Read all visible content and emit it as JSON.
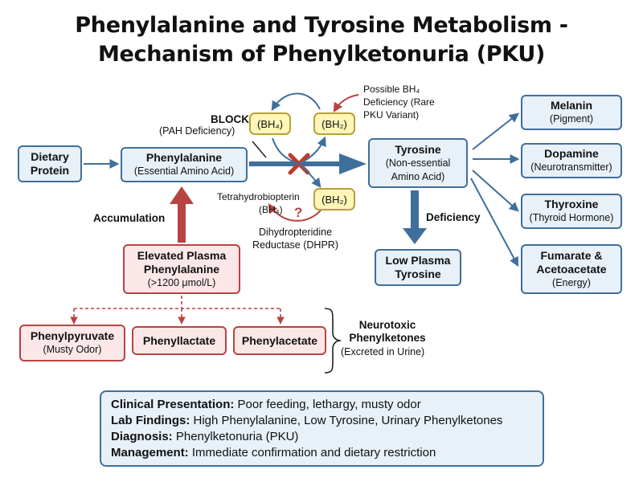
{
  "title": {
    "line1": "Phenylalanine and Tyrosine Metabolism -",
    "line2": "Mechanism of Phenylketonuria (PKU)"
  },
  "nodes": {
    "dietary_protein": {
      "line1": "Dietary",
      "line2": "Protein"
    },
    "phenylalanine": {
      "name": "Phenylalanine",
      "desc": "(Essential Amino Acid)"
    },
    "tyrosine": {
      "name": "Tyrosine",
      "desc1": "(Non-essential",
      "desc2": "Amino Acid)"
    },
    "melanin": {
      "name": "Melanin",
      "desc": "(Pigment)"
    },
    "dopamine": {
      "name": "Dopamine",
      "desc": "(Neurotransmitter)"
    },
    "thyroxine": {
      "name": "Thyroxine",
      "desc": "(Thyroid Hormone)"
    },
    "fumarate": {
      "name1": "Fumarate &",
      "name2": "Acetoacetate",
      "desc": "(Energy)"
    },
    "low_tyrosine": {
      "line1": "Low Plasma",
      "line2": "Tyrosine"
    },
    "elevated_phe": {
      "line1": "Elevated Plasma",
      "line2": "Phenylalanine",
      "desc": "(>1200 μmol/L)"
    },
    "phenylpyruvate": {
      "name": "Phenylpyruvate",
      "desc": "(Musty Odor)"
    },
    "phenyllactate": {
      "name": "Phenyllactate"
    },
    "phenylacetate": {
      "name": "Phenylacetate"
    }
  },
  "cofactors": {
    "bh4": "(BH₄)",
    "bh2_top": "(BH₂)",
    "bh2_bottom": "(BH₂)"
  },
  "labels": {
    "block": "BLOCK",
    "block_desc": "(PAH Deficiency)",
    "possible_bh4_1": "Possible BH₄",
    "possible_bh4_2": "Deficiency (Rare",
    "possible_bh4_3": "PKU Variant)",
    "tetrahydrobiopterin_1": "Tetrahydrobiopterin",
    "tetrahydrobiopterin_2": "(BH₄)",
    "question": "?",
    "dhpr_1": "Dihydropteridine",
    "dhpr_2": "Reductase (DHPR)",
    "accumulation": "Accumulation",
    "deficiency": "Deficiency",
    "neurotoxic_1": "Neurotoxic",
    "neurotoxic_2": "Phenylketones",
    "neurotoxic_3": "(Excreted in Urine)"
  },
  "summary": [
    {
      "label": "Clinical Presentation:",
      "text": " Poor feeding, lethargy, musty odor"
    },
    {
      "label": "Lab Findings:",
      "text": " High Phenylalanine, Low Tyrosine, Urinary Phenylketones"
    },
    {
      "label": "Diagnosis:",
      "text": " Phenylketonuria (PKU)"
    },
    {
      "label": "Management:",
      "text": " Immediate confirmation and dietary restriction"
    }
  ],
  "colors": {
    "blue_border": "#3f6f9b",
    "blue_fill": "#e8f0f8",
    "red_border": "#b84343",
    "red_fill": "#fbe7e7",
    "yellow_fill": "#fff6b8",
    "block_x": "#c0392b"
  }
}
